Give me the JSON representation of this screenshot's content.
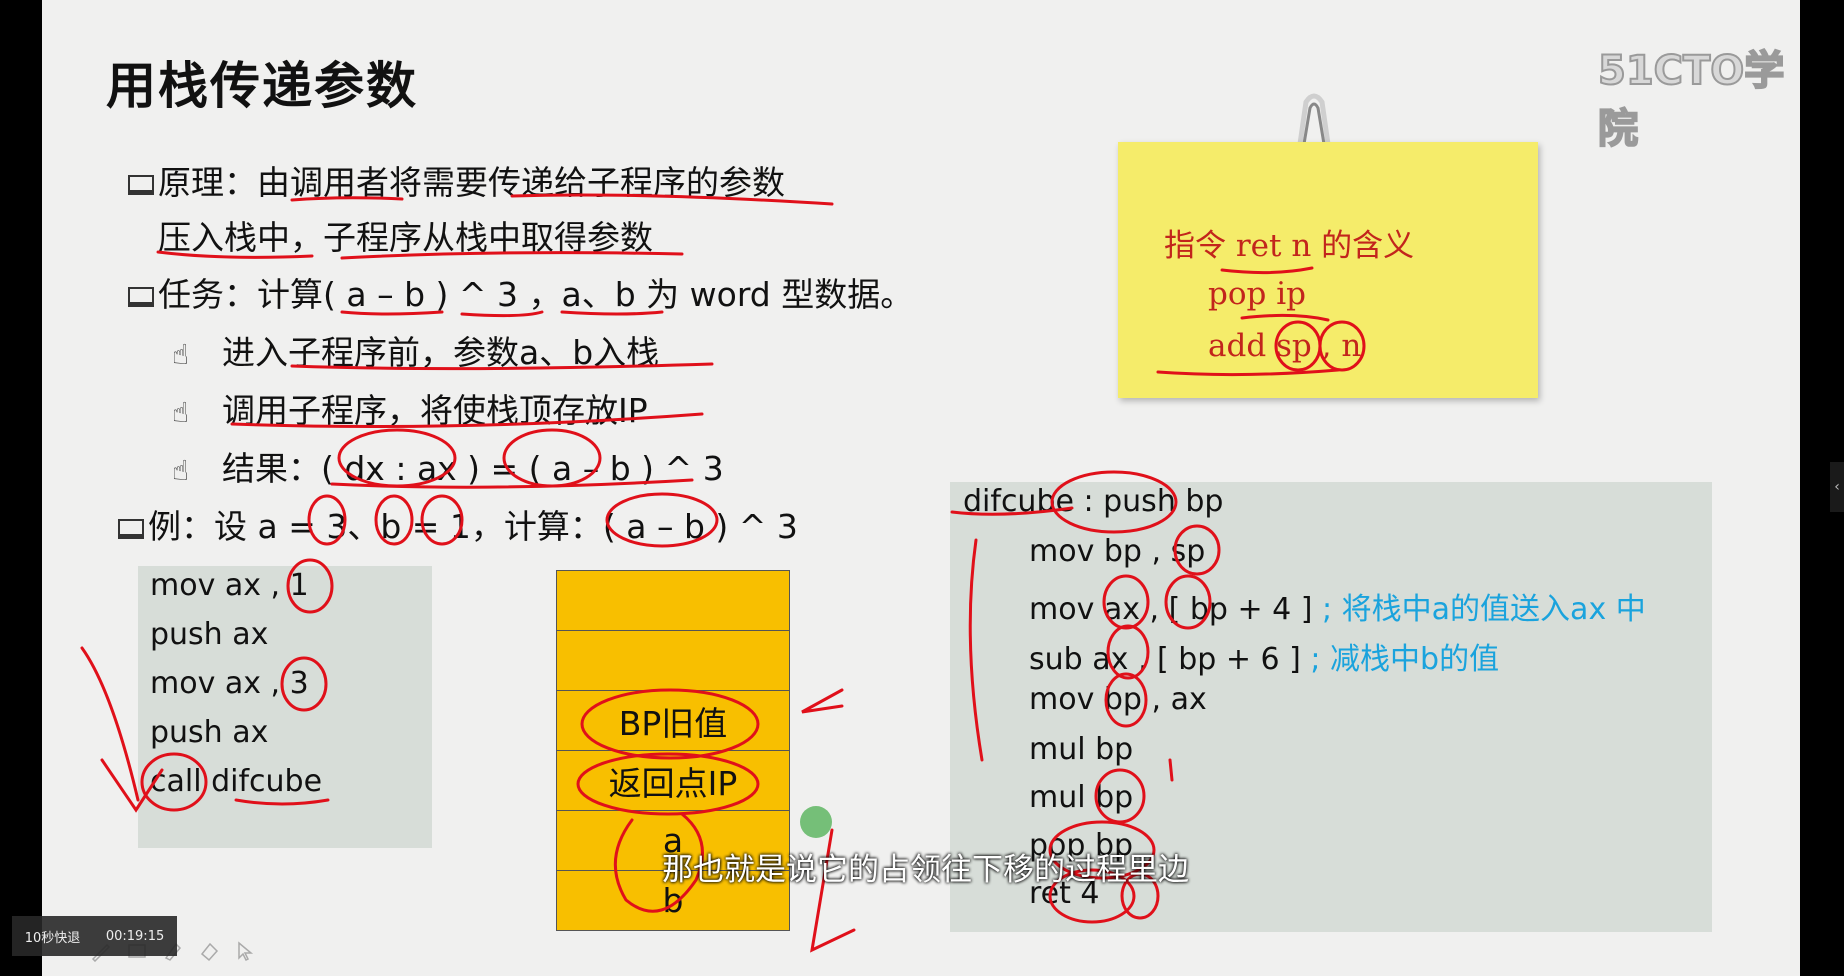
{
  "slide": {
    "title": "用栈传递参数",
    "logo": "51CTO学院",
    "principle_line1": "原理：由调用者将需要传递给子程序的参数",
    "principle_line2": "压入栈中，子程序从栈中取得参数",
    "task": "任务：计算( a – b ) ^ 3 ，a、b 为 word 型数据。",
    "sub_bullets": [
      "进入子程序前，参数a、b入栈",
      "调用子程序，将使栈顶存放IP",
      "结果：( dx : ax ) = ( a – b ) ^ 3"
    ],
    "example": "例：设 a = 3、b = 1，计算：( a – b ) ^ 3",
    "left_code": [
      "mov  ax , 1",
      "push  ax",
      "mov  ax , 3",
      "push  ax",
      "call  difcube"
    ],
    "stack_cells": [
      "",
      "",
      "BP旧值",
      "返回点IP",
      "a",
      "b"
    ],
    "right_code": [
      {
        "code": "difcube : push  bp",
        "comment": ""
      },
      {
        "code": "mov  bp , sp",
        "comment": ""
      },
      {
        "code": "mov  ax , [ bp + 4 ]",
        "comment": "; 将栈中a的值送入ax 中"
      },
      {
        "code": "sub   ax , [ bp + 6 ]",
        "comment": "; 减栈中b的值"
      },
      {
        "code": "mov  bp , ax",
        "comment": ""
      },
      {
        "code": "mul  bp",
        "comment": ""
      },
      {
        "code": "mul  bp",
        "comment": ""
      },
      {
        "code": "pop  bp",
        "comment": ""
      },
      {
        "code": "ret  4",
        "comment": ""
      }
    ],
    "note": {
      "line1": "指令 ret n 的含义",
      "line2": "pop  ip",
      "line3": "add  sp , n"
    }
  },
  "video": {
    "subtitle": "那也就是说它的占领往下移的过程里边",
    "rewind_label": "10秒快退",
    "timestamp": "00:19:15",
    "side_tab_icon": "chevron-left-icon"
  },
  "colors": {
    "ink": "#e0101a",
    "stack_fill": "#f8bf00",
    "note_fill": "#f5ec6a",
    "comment": "#1aa3dd"
  }
}
